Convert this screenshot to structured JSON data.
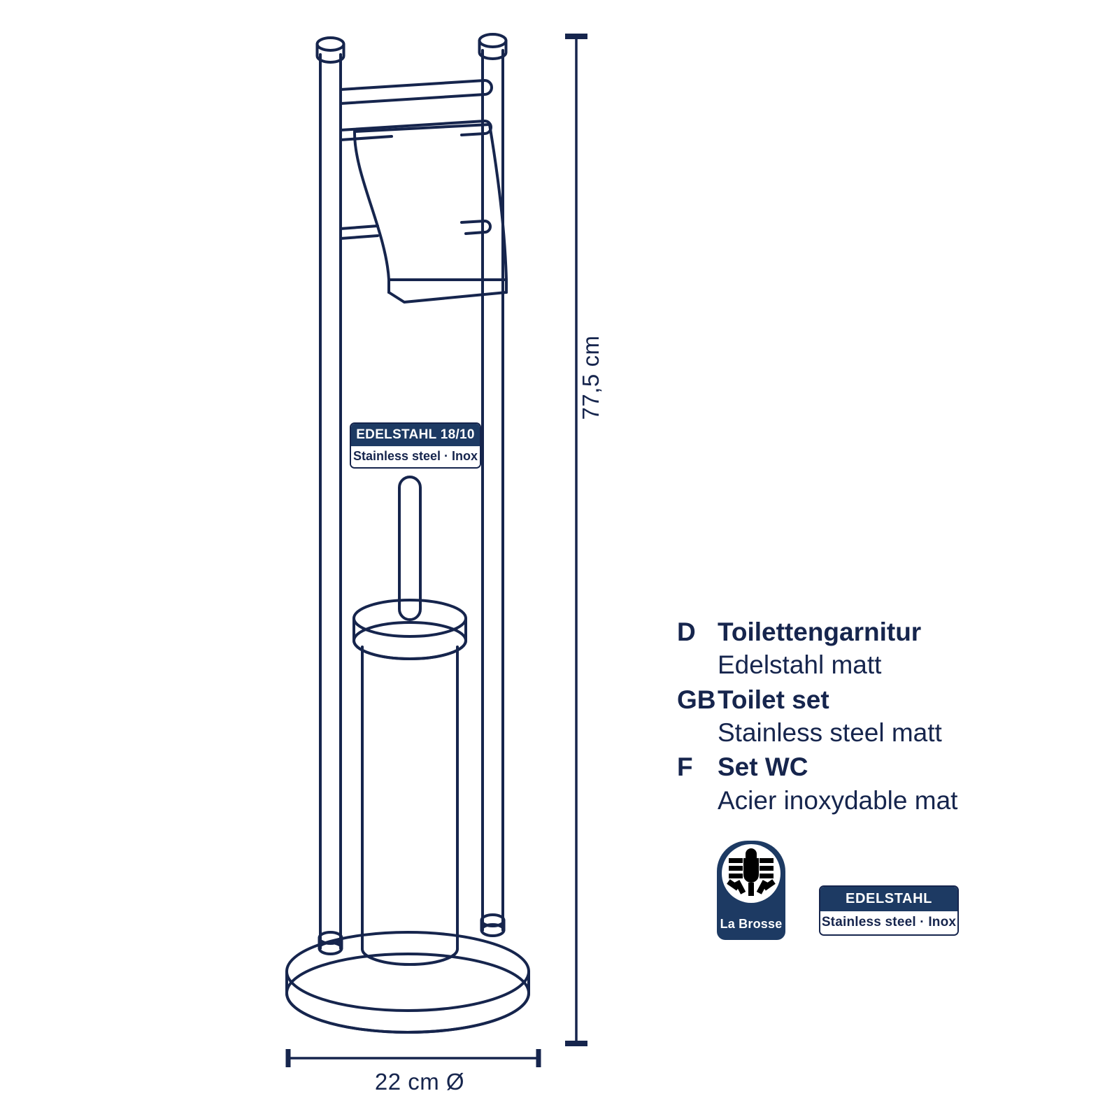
{
  "product": {
    "title_de": "Toilettengarnitur",
    "material_de": "Edelstahl matt",
    "title_en": "Toilet set",
    "material_en": "Stainless steel matt",
    "title_fr": "Set WC",
    "material_fr": "Acier inoxydable mat"
  },
  "spec_list": [
    {
      "code": "D",
      "name": "Toilettengarnitur",
      "sub": "Edelstahl matt"
    },
    {
      "code": "GB",
      "name": "Toilet set",
      "sub": "Stainless steel matt"
    },
    {
      "code": "F",
      "name": "Set WC",
      "sub": "Acier inoxydable mat"
    }
  ],
  "dimensions": {
    "height_label": "77,5 cm",
    "width_label": "22 cm Ø"
  },
  "badge_inline": {
    "top": "EDELSTAHL 18/10",
    "bottom": "Stainless steel · Inox"
  },
  "badge_small": {
    "top": "EDELSTAHL",
    "bottom": "Stainless steel · Inox"
  },
  "logo": {
    "name": "La Brosse",
    "icon": "brush-icon"
  },
  "colors": {
    "line": "#16254d",
    "badge_navy": "#1d3a63",
    "background": "#ffffff"
  }
}
